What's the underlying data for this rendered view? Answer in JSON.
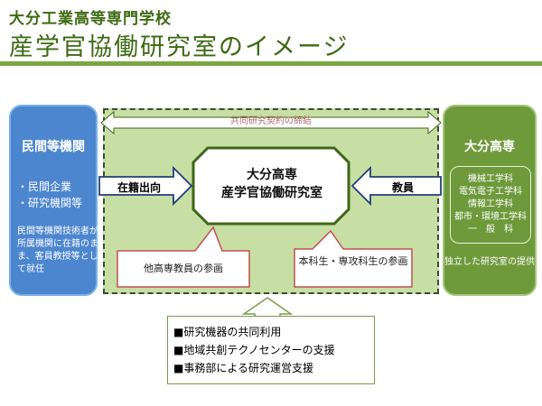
{
  "header": {
    "subtitle": "大分工業高等専門学校",
    "title": "産学官協働研究室のイメージ"
  },
  "left_panel": {
    "title": "民間等機関",
    "items": [
      "・民間企業",
      "・研究機関等"
    ],
    "description": "民間等機関技術者が所属機関に在籍のまま、客員教授等として就任"
  },
  "right_panel": {
    "title": "大分高専",
    "departments": [
      "機械工学科",
      "電気電子工学科",
      "情報工学科",
      "都市・環境工学科",
      "一　般　科"
    ],
    "description": "独立した研究室の提供"
  },
  "contract": {
    "label": "共同研究契約の締結"
  },
  "arrows": {
    "left_label": "在籍出向",
    "right_label": "教員"
  },
  "center": {
    "line1": "大分高専",
    "line2": "産学官協働研究室"
  },
  "callouts": {
    "left": "他高専教員の参画",
    "right": "本科生・専攻科生の参画"
  },
  "bottom_list": {
    "items": [
      "■研究機器の共同利用",
      "■地域共創テクノセンターの支援",
      "■事務部による研究運営支援"
    ]
  },
  "colors": {
    "header_green": "#3d6b12",
    "left_blue": "#4c86cf",
    "right_green": "#6f9a3c",
    "area_green": "#c7dea4"
  }
}
